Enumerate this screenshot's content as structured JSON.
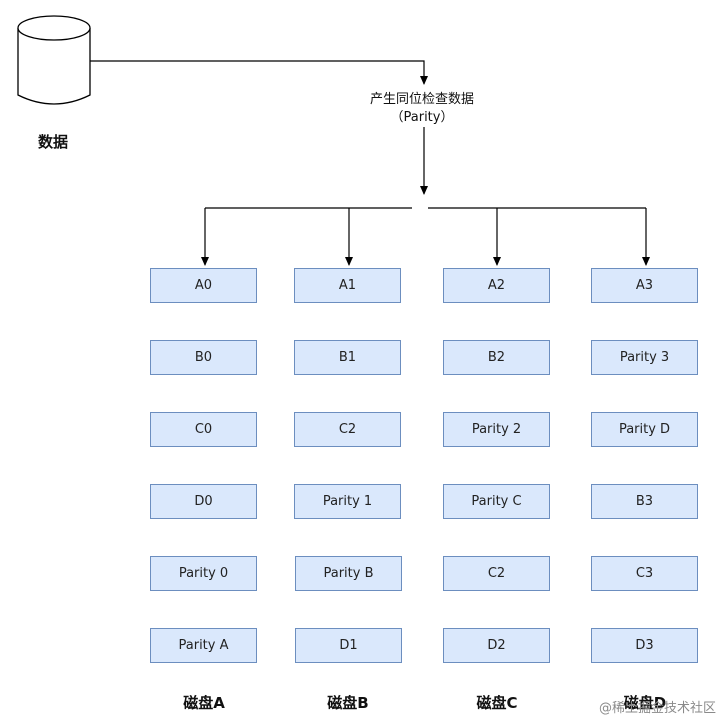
{
  "source": {
    "label": "数据",
    "icon": "database-cylinder-icon"
  },
  "parity_node": {
    "line1": "产生同位检查数据",
    "line2": "（Parity）"
  },
  "disks": [
    {
      "label": "磁盘A",
      "blocks": [
        "A0",
        "B0",
        "C0",
        "D0",
        "Parity 0",
        "Parity A"
      ]
    },
    {
      "label": "磁盘B",
      "blocks": [
        "A1",
        "B1",
        "C2",
        "Parity 1",
        "Parity B",
        "D1"
      ]
    },
    {
      "label": "磁盘C",
      "blocks": [
        "A2",
        "B2",
        "Parity 2",
        "Parity C",
        "C2",
        "D2"
      ]
    },
    {
      "label": "磁盘D",
      "blocks": [
        "A3",
        "Parity 3",
        "Parity D",
        "B3",
        "C3",
        "D3"
      ]
    }
  ],
  "watermark": "@稀土掘金技术社区",
  "colors": {
    "block_fill": "#dae8fc",
    "block_border": "#6c8ebf",
    "line": "#000000"
  }
}
